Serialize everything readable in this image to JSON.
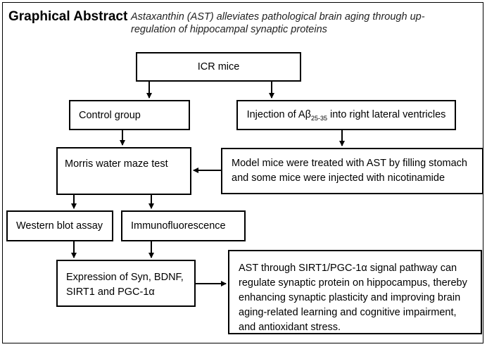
{
  "header": {
    "title": "Graphical Abstract",
    "subtitle": "Astaxanthin (AST) alleviates pathological brain aging through up-regulation of hippocampal synaptic proteins"
  },
  "nodes": {
    "icr": "ICR mice",
    "control": "Control group",
    "injection_prefix": "Injection of Aβ",
    "injection_sub": "25-35",
    "injection_suffix": " into right lateral ventricles",
    "morris": "Morris water maze test",
    "model": "Model mice were treated with AST by filling stomach and some mice were injected with nicotinamide",
    "western": "Western blot assay",
    "immuno": "Immunofluorescence",
    "expression": "Expression of Syn, BDNF, SIRT1 and PGC-1α",
    "conclusion": "AST through SIRT1/PGC-1α signal pathway can regulate synaptic protein on hippocampus, thereby enhancing synaptic plasticity and improving brain aging-related learning and cognitive impairment, and antioxidant stress."
  }
}
